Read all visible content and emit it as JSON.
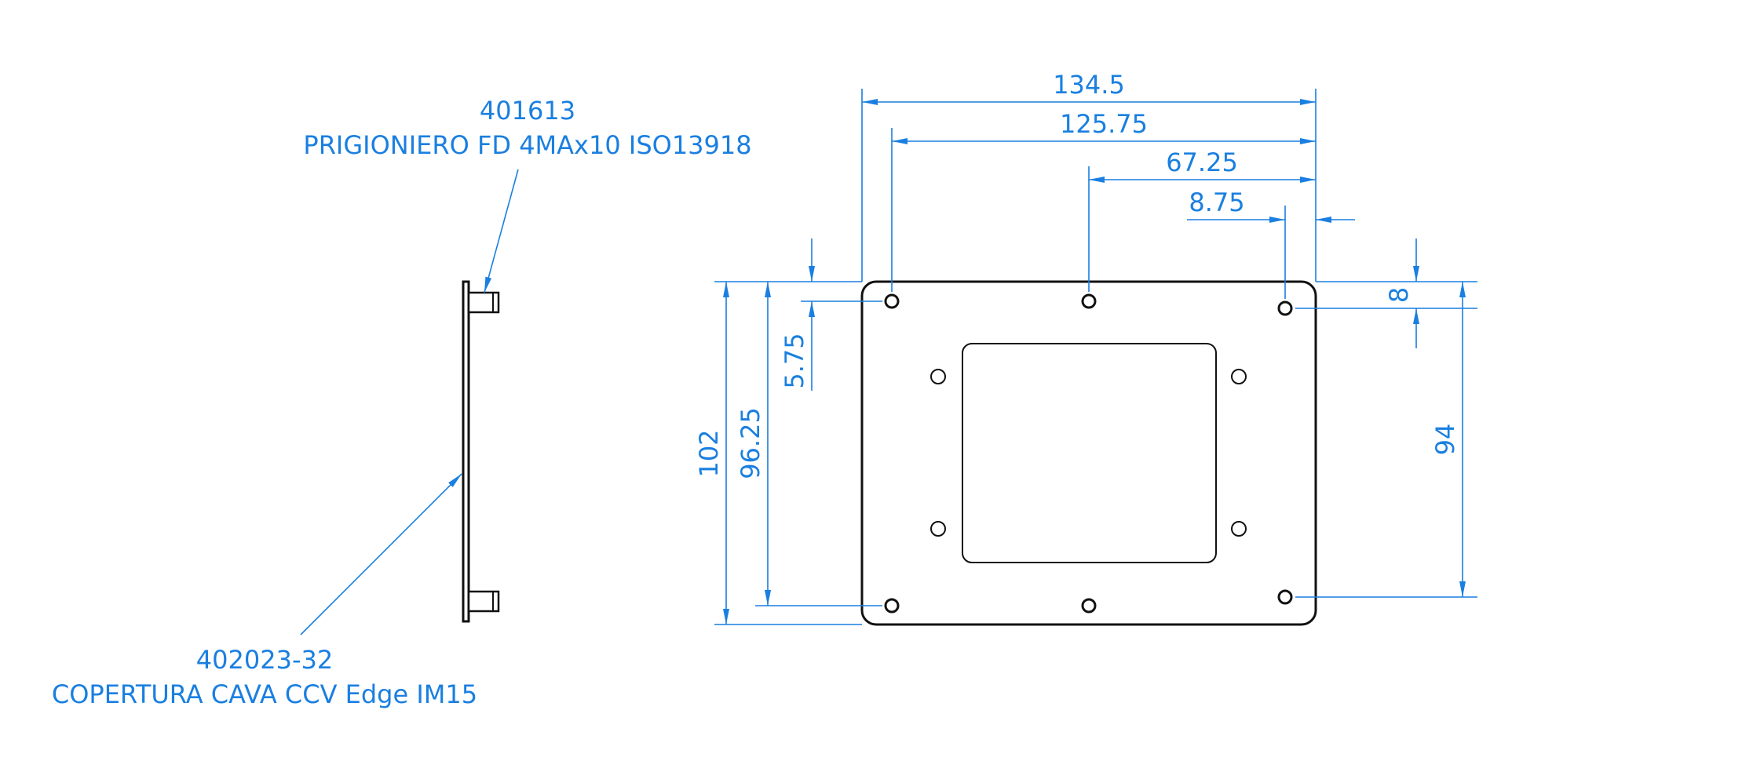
{
  "callouts": {
    "stud": {
      "code": "401613",
      "description": "PRIGIONIERO FD 4MAx10 ISO13918"
    },
    "cover": {
      "code": "402023-32",
      "description": "COPERTURA CAVA CCV Edge IM15"
    }
  },
  "dimensions": {
    "overall_width": "134.5",
    "hole_span_left": "125.75",
    "hole_span_middle": "67.25",
    "hole_offset_right": "8.75",
    "hole_offset_top_right": "8",
    "overall_height": "102",
    "hole_span_vertical_left": "96.25",
    "hole_offset_top_left": "5.75",
    "hole_span_vertical_right": "94"
  },
  "colors": {
    "dimension": "#1a7fe0",
    "part": "#111111"
  }
}
